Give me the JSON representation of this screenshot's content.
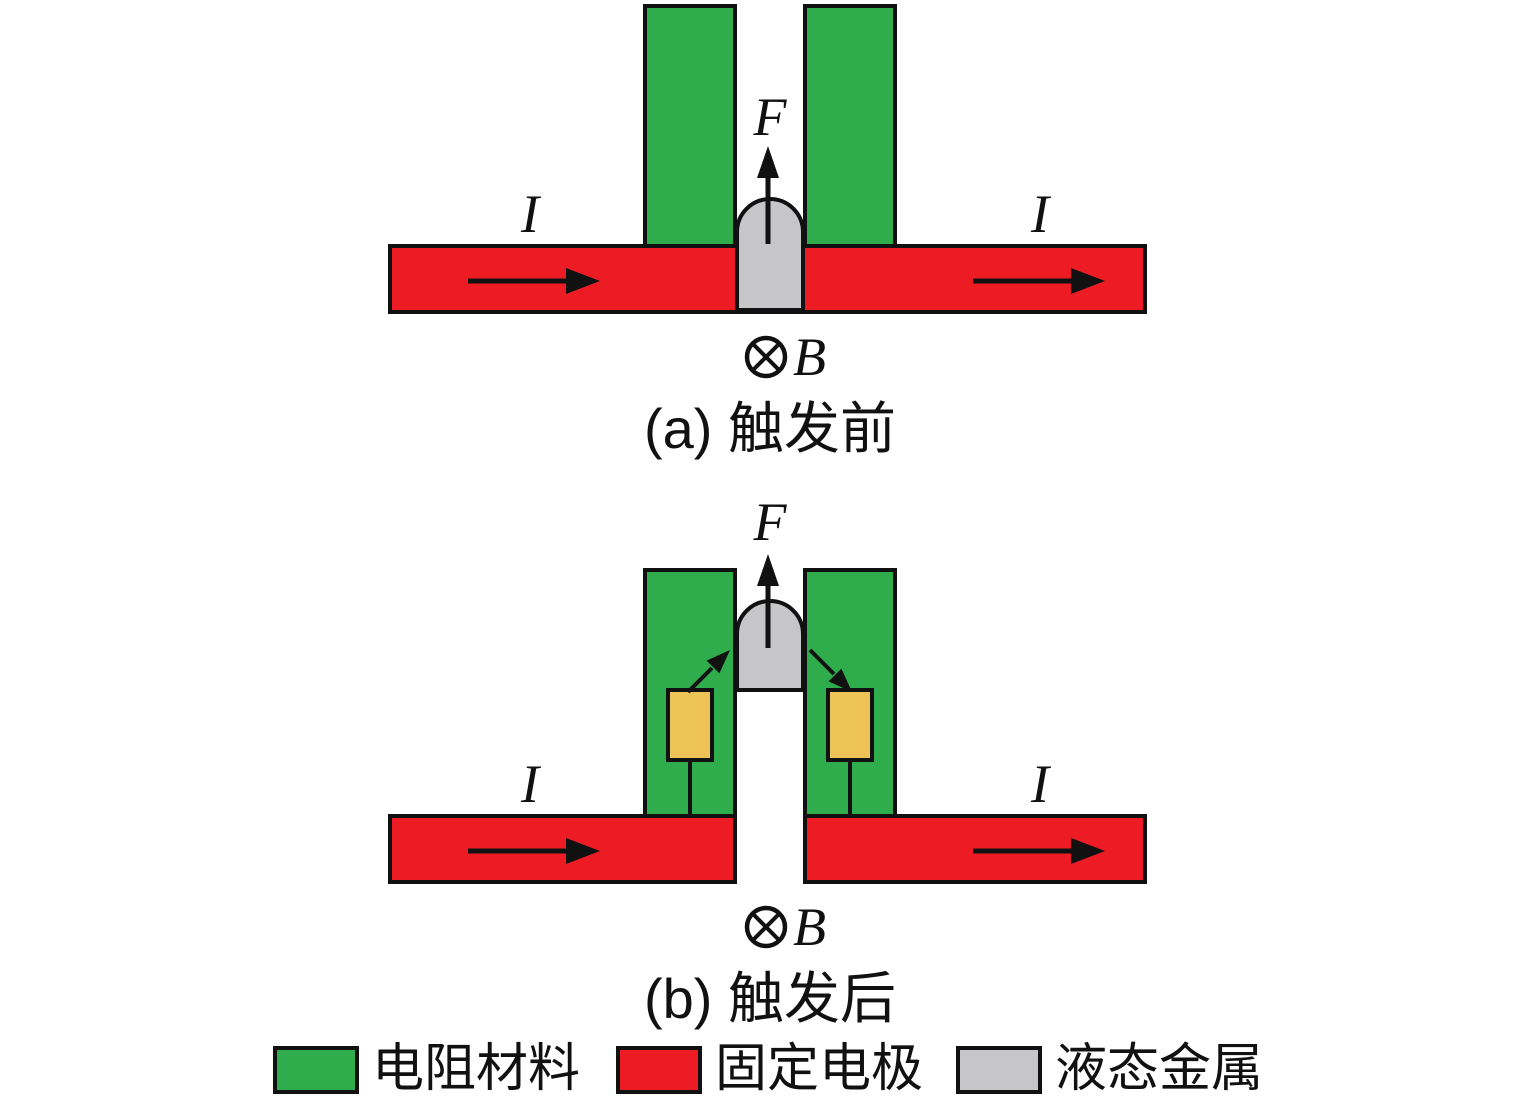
{
  "colors": {
    "green": "#2fac4b",
    "red": "#ed1c24",
    "gray": "#c6c6c8",
    "yellow": "#eec355",
    "line": "#111111",
    "background": "#ffffff"
  },
  "labels": {
    "force": "F",
    "current": "I",
    "field": "B"
  },
  "panel_a": {
    "caption": "(a) 触发前"
  },
  "panel_b": {
    "caption": "(b) 触发后"
  },
  "legend": {
    "items": [
      {
        "swatch": "green",
        "label": "电阻材料"
      },
      {
        "swatch": "red",
        "label": "固定电极"
      },
      {
        "swatch": "gray",
        "label": "液态金属"
      }
    ]
  }
}
